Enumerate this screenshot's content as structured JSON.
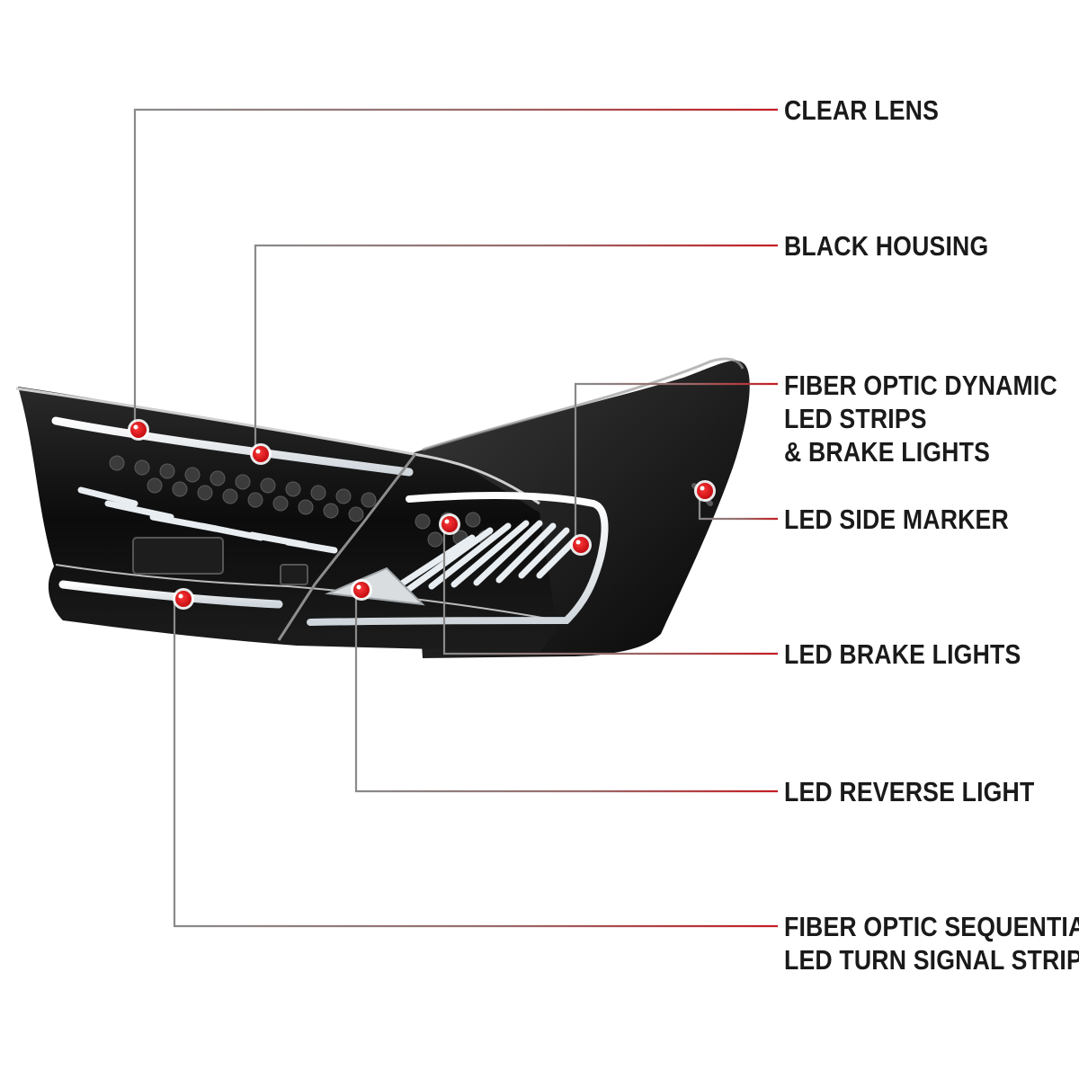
{
  "colors": {
    "background": "#ffffff",
    "leader_grey": "#8a8a8a",
    "leader_red": "#c41e24",
    "marker_red": "#e3141b",
    "housing_black": "#111111",
    "led_white": "#eef2f5"
  },
  "product": {
    "name": "",
    "image_alt_icon": "tail-light-assembly-icon"
  },
  "callouts": [
    {
      "id": "clear-lens",
      "lines": [
        "CLEAR LENS"
      ]
    },
    {
      "id": "black-housing",
      "lines": [
        "BLACK HOUSING"
      ]
    },
    {
      "id": "fiber-optic-dynamic",
      "lines": [
        "FIBER OPTIC DYNAMIC",
        "LED STRIPS",
        "& BRAKE LIGHTS"
      ]
    },
    {
      "id": "led-side-marker",
      "lines": [
        "LED SIDE MARKER"
      ]
    },
    {
      "id": "led-brake-lights",
      "lines": [
        "LED BRAKE LIGHTS"
      ]
    },
    {
      "id": "led-reverse-light",
      "lines": [
        "LED REVERSE LIGHT"
      ]
    },
    {
      "id": "fiber-optic-sequential",
      "lines": [
        "FIBER OPTIC SEQUENTIAL",
        "LED TURN SIGNAL STRIPS"
      ]
    }
  ]
}
